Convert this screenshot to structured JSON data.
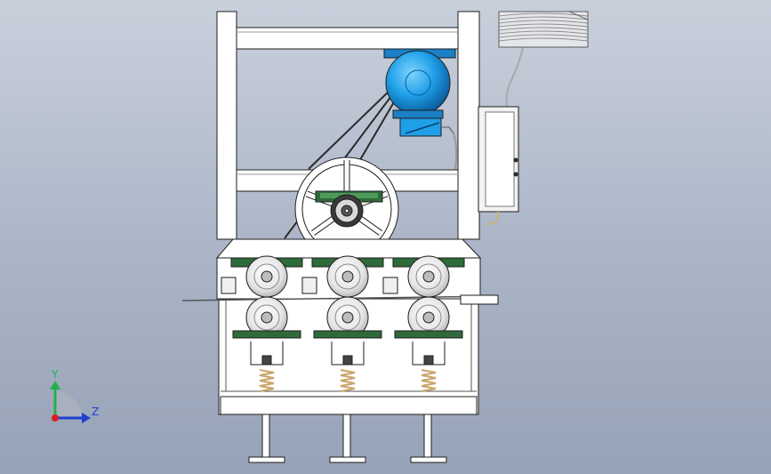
{
  "triad": {
    "y_label": "Y",
    "z_label": "Z",
    "colors": {
      "y_axis": "#22b14c",
      "z_axis": "#1f3fd1",
      "x_axis": "#d81e1e"
    }
  },
  "colors": {
    "frame": "#ffffff",
    "outline": "#1e1e1e",
    "motor_blue": "#1f9fe8",
    "gear_green": "#2f6b3a",
    "spring": "#caa46a"
  },
  "roller_stations": 3
}
